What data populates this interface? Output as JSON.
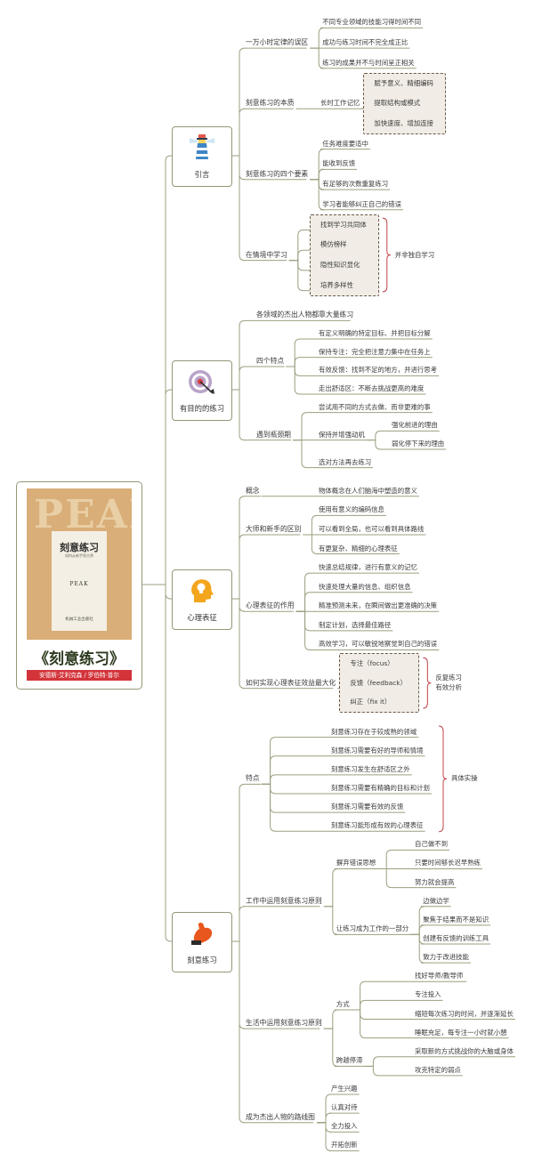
{
  "book": {
    "title": "《刻意练习》",
    "author": "安德斯·艾利克森 / 罗伯特·普尔",
    "cover_title": "刻意练习",
    "cover_subtitle": "如何从新手到大师",
    "cover_en": "PEAK",
    "cover_big": "PEAK",
    "cover_publisher": "机械工业出版社"
  },
  "chapters": [
    {
      "label": "引言",
      "icon": "lighthouse-icon",
      "items": [
        {
          "label": "一万小时定律的误区",
          "children": [
            {
              "label": "不同专业领域的技能习得时间不同"
            },
            {
              "label": "成功与练习时间不完全成正比"
            },
            {
              "label": "练习的成果并不与时间呈正相关"
            }
          ]
        },
        {
          "label": "刻意练习的本质",
          "children": [
            {
              "label": "长时工作记忆",
              "boxed": true,
              "children": [
                {
                  "label": "赋予意义、精细编码"
                },
                {
                  "label": "提取结构或模式"
                },
                {
                  "label": "加快速度、增加连接"
                }
              ]
            }
          ]
        },
        {
          "label": "刻意练习的四个要素",
          "children": [
            {
              "label": "任务难度要适中"
            },
            {
              "label": "能收到反馈"
            },
            {
              "label": "有足够的次数重复练习"
            },
            {
              "label": "学习者能够纠正自己的错误"
            }
          ]
        },
        {
          "label": "在情境中学习",
          "boxed": true,
          "bracket": "并非独自学习",
          "children": [
            {
              "label": "找到学习共同体"
            },
            {
              "label": "模仿榜样"
            },
            {
              "label": "隐性知识显化"
            },
            {
              "label": "培养多样性"
            }
          ]
        }
      ]
    },
    {
      "label": "有目的的练习",
      "icon": "target-icon",
      "items": [
        {
          "label": "各领域的杰出人物都靠大量练习"
        },
        {
          "label": "四个特点",
          "children": [
            {
              "label": "有定义明确的特定目标、并把目标分解"
            },
            {
              "label": "保持专注：完全把注意力集中在任务上"
            },
            {
              "label": "有效反馈：找到不足的地方，并进行思考"
            },
            {
              "label": "走出舒适区：不断去挑战更高的难度"
            }
          ]
        },
        {
          "label": "遇到瓶颈期",
          "children": [
            {
              "label": "尝试用不同的方式去做、而非更难的事"
            },
            {
              "label": "保持并增强动机",
              "children": [
                {
                  "label": "强化前进的理由"
                },
                {
                  "label": "弱化停下来的理由"
                }
              ]
            },
            {
              "label": "选对方法再去练习"
            }
          ]
        }
      ]
    },
    {
      "label": "心理表征",
      "icon": "head-bulb-icon",
      "items": [
        {
          "label": "概念",
          "children": [
            {
              "label": "物体概念在人们脑海中塑造的意义"
            }
          ]
        },
        {
          "label": "大师和新手的区别",
          "children": [
            {
              "label": "使用有意义的编码信息"
            },
            {
              "label": "可以看到全局，也可以看到具体路线"
            },
            {
              "label": "有更复杂、精细的心理表征"
            }
          ]
        },
        {
          "label": "心理表征的作用",
          "children": [
            {
              "label": "快速总结规律，进行有意义的记忆"
            },
            {
              "label": "快速处理大量的信息、组织信息"
            },
            {
              "label": "精准预测未来，在瞬间做出更准确的决策"
            },
            {
              "label": "制定计划，选择最佳路径"
            },
            {
              "label": "高效学习，可以敏锐地察觉到自己的错误"
            }
          ]
        },
        {
          "label": "如何实现心理表征效益最大化",
          "boxed": true,
          "bracket": "反复练习 有效分析",
          "children": [
            {
              "label": "专注（focus）"
            },
            {
              "label": "反馈（feedback）"
            },
            {
              "label": "纠正（fix it）"
            }
          ]
        }
      ]
    },
    {
      "label": "刻意练习",
      "icon": "muscle-icon",
      "items": [
        {
          "label": "特点",
          "bracket": "具体实操",
          "children": [
            {
              "label": "刻意练习存在于较成熟的领域"
            },
            {
              "label": "刻意练习需要有好的导师和情境"
            },
            {
              "label": "刻意练习发生在舒适区之外"
            },
            {
              "label": "刻意练习需要有精确的目标和计划"
            },
            {
              "label": "刻意练习需要有效的反馈"
            },
            {
              "label": "刻意练习能形成有效的心理表征"
            }
          ]
        },
        {
          "label": "工作中运用刻意练习原则",
          "children": [
            {
              "label": "摒弃错误思想",
              "children": [
                {
                  "label": "自己做不到"
                },
                {
                  "label": "只要时间够长迟早熟练"
                },
                {
                  "label": "努力就会提高"
                }
              ]
            },
            {
              "label": "让练习成为工作的一部分",
              "children": [
                {
                  "label": "边做边学"
                },
                {
                  "label": "聚焦于结果而不是知识"
                },
                {
                  "label": "创建有反馈的训练工具"
                },
                {
                  "label": "致力于改进技能"
                }
              ]
            }
          ]
        },
        {
          "label": "生活中运用刻意练习原则",
          "children": [
            {
              "label": "方式",
              "children": [
                {
                  "label": "找好导师/教导师"
                },
                {
                  "label": "专注投入"
                },
                {
                  "label": "缩短每次练习的时间，并逐渐延长"
                },
                {
                  "label": "睡眠充足，每专注一小时就小憩"
                }
              ]
            },
            {
              "label": "跨越停滞",
              "children": [
                {
                  "label": "采取新的方式挑战你的大脑或身体"
                },
                {
                  "label": "攻克特定的弱点"
                }
              ]
            }
          ]
        },
        {
          "label": "成为杰出人物的路线图",
          "children": [
            {
              "label": "产生兴趣"
            },
            {
              "label": "认真对待"
            },
            {
              "label": "全力投入"
            },
            {
              "label": "开拓创新"
            }
          ]
        }
      ]
    }
  ]
}
